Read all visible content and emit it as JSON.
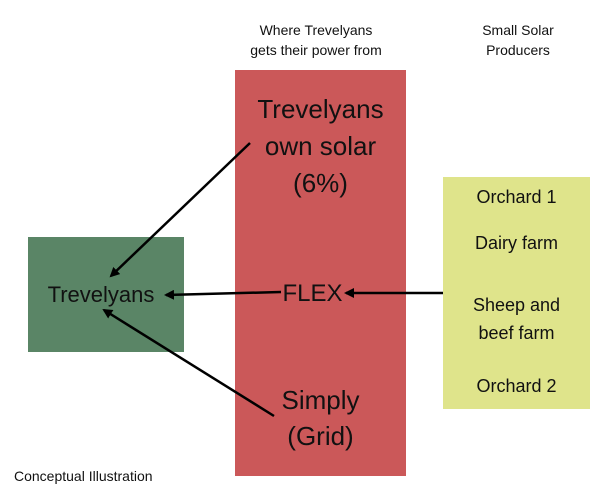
{
  "headers": {
    "middle_line1": "Where Trevelyans",
    "middle_line2": "gets their power from",
    "right_line1": "Small Solar",
    "right_line2": "Producers"
  },
  "trevelyans_box": {
    "label": "Trevelyans",
    "color": "#5a8566"
  },
  "power_column": {
    "color": "#cb5859",
    "own_solar_line1": "Trevelyans",
    "own_solar_line2": "own solar",
    "own_solar_line3": "(6%)",
    "flex": "FLEX",
    "simply_line1": "Simply",
    "simply_line2": "(Grid)"
  },
  "producers": {
    "color": "#dfe48b",
    "item1": "Orchard 1",
    "item2": "Dairy farm",
    "item3_line1": "Sheep and",
    "item3_line2": "beef farm",
    "item4": "Orchard 2"
  },
  "footer": "Conceptual Illustration"
}
